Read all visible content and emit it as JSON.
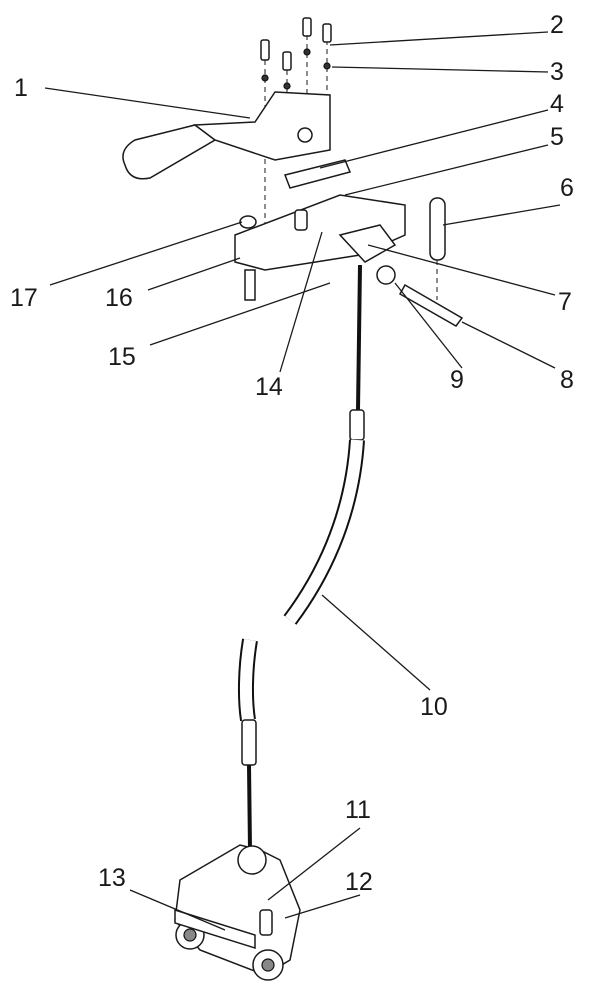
{
  "diagram": {
    "type": "exploded parts diagram",
    "callouts": [
      "1",
      "2",
      "3",
      "4",
      "5",
      "6",
      "7",
      "8",
      "9",
      "10",
      "11",
      "12",
      "13",
      "14",
      "15",
      "16",
      "17"
    ]
  }
}
